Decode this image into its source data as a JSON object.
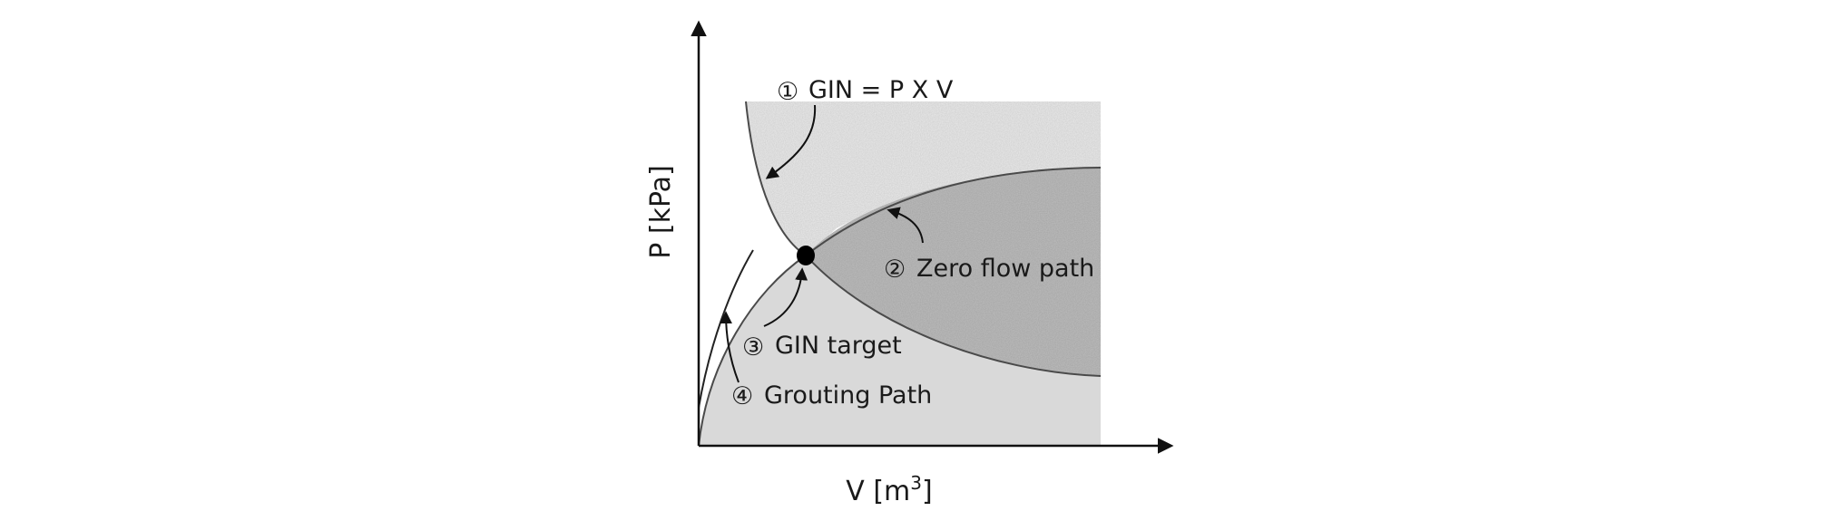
{
  "figure": {
    "y_axis_label": "P [kPa]",
    "x_axis_label_base": "V [m",
    "x_axis_label_sup": "3",
    "x_axis_label_end": "]",
    "annotations": [
      {
        "marker": "①",
        "text": "GIN = P X V"
      },
      {
        "marker": "②",
        "text": "Zero flow path"
      },
      {
        "marker": "③",
        "text": "GIN target"
      },
      {
        "marker": "④",
        "text": "Grouting Path"
      }
    ],
    "colors": {
      "gin_region": "#ebebeb",
      "overlap_region": "#bdbdbd",
      "lower_region": "#d9d9d9",
      "line": "#4a4a4a",
      "axis": "#111111"
    }
  }
}
